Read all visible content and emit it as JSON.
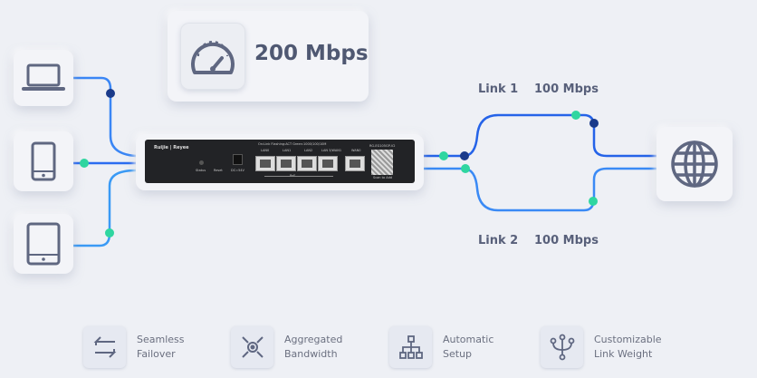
{
  "speed": {
    "value": "200 Mbps",
    "icon": "speedometer-icon"
  },
  "router": {
    "brand": "Ruijie | Reyee",
    "status_label": "Status",
    "reset_label": "Reset",
    "power_label": "DC=54V",
    "led_legend": "On:Link  Flashing:ACT  Green:1000/100/10M",
    "ports": [
      "LAN0",
      "LAN1",
      "LAN2",
      "LAN 3/WAN1",
      "WAN0"
    ],
    "poe_label": "PoE",
    "model": "RG-EG105GP-V2",
    "qr_label": "Scan to Add"
  },
  "links": [
    {
      "name": "Link 1",
      "speed": "100 Mbps"
    },
    {
      "name": "Link 2",
      "speed": "100 Mbps"
    }
  ],
  "features": [
    {
      "line1": "Seamless",
      "line2": "Failover",
      "icon": "failover-arrows-icon"
    },
    {
      "line1": "Aggregated",
      "line2": "Bandwidth",
      "icon": "aggregate-icon"
    },
    {
      "line1": "Automatic",
      "line2": "Setup",
      "icon": "hierarchy-icon"
    },
    {
      "line1": "Customizable",
      "line2": "Link Weight",
      "icon": "trident-icon"
    }
  ],
  "colors": {
    "blue": "#2f6ff0",
    "navy": "#1a3a8a",
    "green": "#2fd6a0",
    "icon": "#5f6781"
  }
}
